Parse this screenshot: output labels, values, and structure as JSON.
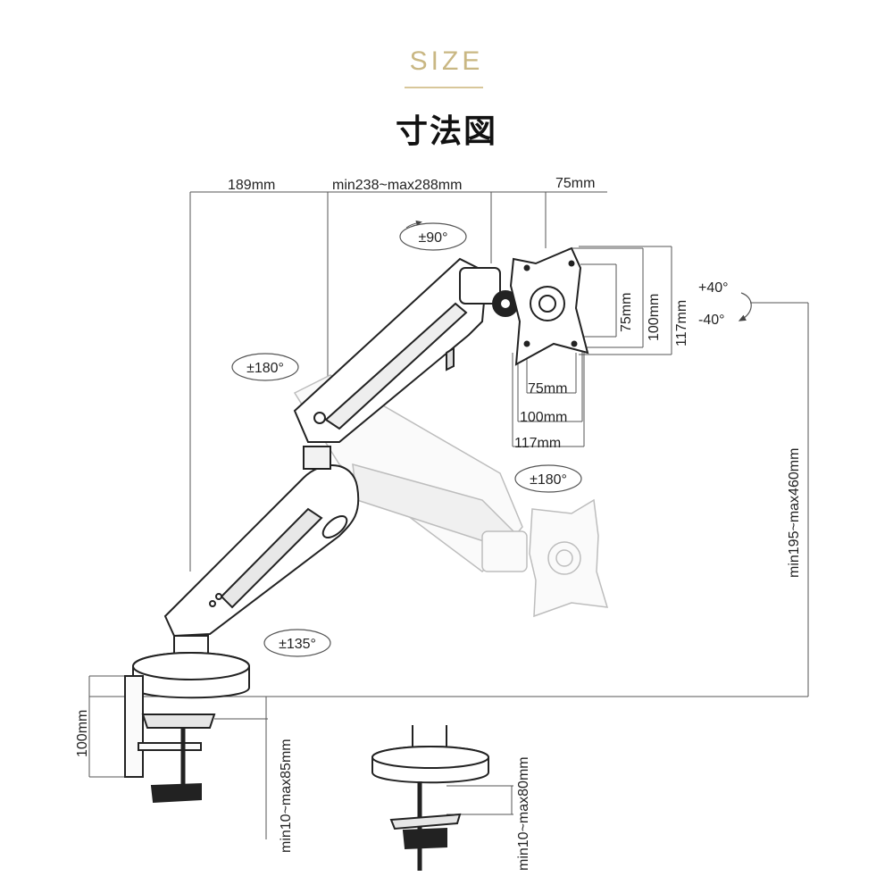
{
  "header": {
    "title_en": "SIZE",
    "title_jp": "寸法図"
  },
  "dimensions": {
    "arm_offset": "189mm",
    "arm_reach": "min238~max288mm",
    "head_offset": "75mm",
    "vesa_h_75": "75mm",
    "vesa_h_100": "100mm",
    "vesa_h_117": "117mm",
    "vesa_v_75": "75mm",
    "vesa_v_100": "100mm",
    "vesa_v_117": "117mm",
    "height_range": "min195~max460mm",
    "clamp_height": "100mm",
    "clamp_range": "min10~max85mm",
    "grommet_range": "min10~max80mm"
  },
  "rotations": {
    "head_swivel": "±90°",
    "tilt_up": "+40°",
    "tilt_down": "-40°",
    "upper_arm": "±180°",
    "rotate": "±180°",
    "base": "±135°"
  }
}
